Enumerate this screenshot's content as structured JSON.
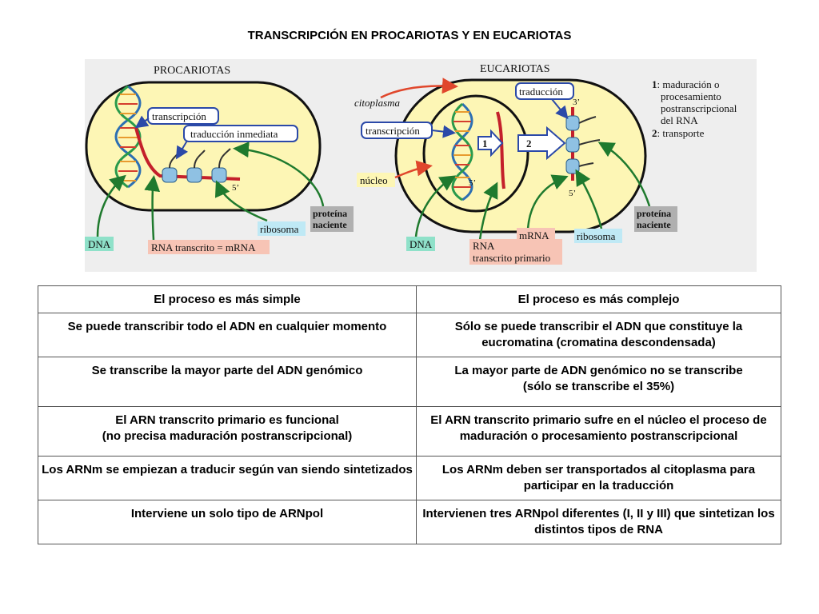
{
  "title": "TRANSCRIPCIÓN EN PROCARIOTAS Y EN EUCARIOTAS",
  "diagram": {
    "procariotas": {
      "heading": "PROCARIOTAS",
      "transcripcion": "transcripción",
      "traduccion_inmediata": "traducción inmediata",
      "five_prime": "5’",
      "dna": "DNA",
      "rna": "RNA transcrito = mRNA",
      "ribosoma": "ribosoma",
      "proteina_1": "proteína",
      "proteina_2": "naciente"
    },
    "eucariotas": {
      "heading": "EUCARIOTAS",
      "citoplasma": "citoplasma",
      "traduccion": "traducción",
      "three_prime": "3’",
      "five_prime_nucleus": "5’",
      "five_prime_cyto": "5’",
      "transcripcion": "transcripción",
      "nucleo": "núcleo",
      "step1": "1",
      "step2": "2",
      "dna": "DNA",
      "rna_1": "RNA",
      "rna_2": "transcrito primario",
      "mrna": "mRNA",
      "ribosoma": "ribosoma",
      "proteina_1": "proteína",
      "proteina_2": "naciente"
    },
    "legend": {
      "l1_num": "1",
      "l1_text": ": maduración o",
      "l2": "procesamiento",
      "l3": "postranscripcional",
      "l4": "del RNA",
      "l5_num": "2",
      "l5_text": ": transporte"
    }
  },
  "comparison_table": [
    [
      "El proceso es más simple",
      "El proceso es más complejo"
    ],
    [
      "Se puede transcribir todo el ADN en cualquier momento",
      "Sólo se puede transcribir el ADN que constituye la eucromatina (cromatina descondensada)"
    ],
    [
      "Se transcribe la mayor parte del ADN genómico",
      "La mayor parte de ADN genómico no se transcribe\n(sólo se transcribe el 35%)"
    ],
    [
      "El ARN transcrito primario es funcional\n(no precisa maduración postranscripcional)",
      "El ARN transcrito primario sufre en el núcleo el proceso de maduración o procesamiento postranscripcional"
    ],
    [
      "Los ARNm se empiezan a traducir según van siendo sintetizados",
      "Los ARNm deben ser transportados al citoplasma para participar en la traducción"
    ],
    [
      "Interviene un solo tipo de ARNpol",
      "Intervienen tres ARNpol diferentes (I, II y III) que sintetizan los distintos tipos de RNA"
    ]
  ]
}
